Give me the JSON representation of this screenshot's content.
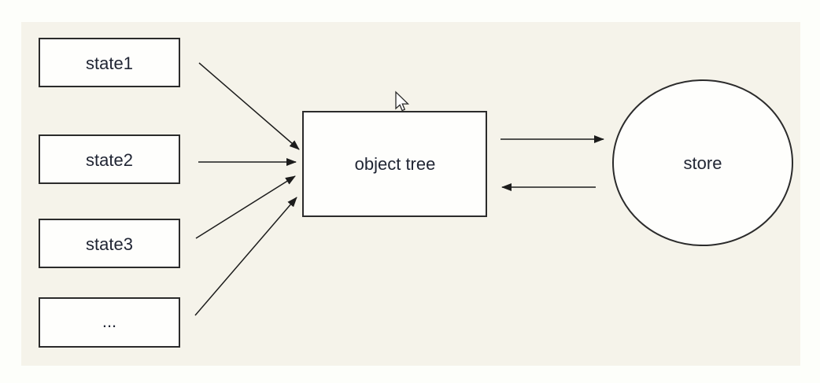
{
  "diagram": {
    "type": "flow-diagram",
    "nodes": {
      "state1": {
        "label": "state1",
        "shape": "rectangle"
      },
      "state2": {
        "label": "state2",
        "shape": "rectangle"
      },
      "state3": {
        "label": "state3",
        "shape": "rectangle"
      },
      "more": {
        "label": "...",
        "shape": "rectangle"
      },
      "object_tree": {
        "label": "object tree",
        "shape": "rectangle"
      },
      "store": {
        "label": "store",
        "shape": "circle"
      }
    },
    "edges": [
      {
        "from": "state1",
        "to": "object_tree",
        "directed": true
      },
      {
        "from": "state2",
        "to": "object_tree",
        "directed": true
      },
      {
        "from": "state3",
        "to": "object_tree",
        "directed": true
      },
      {
        "from": "more",
        "to": "object_tree",
        "directed": true
      },
      {
        "from": "object_tree",
        "to": "store",
        "directed": true
      },
      {
        "from": "store",
        "to": "object_tree",
        "directed": true
      }
    ],
    "colors": {
      "page_background": "#fdfefa",
      "canvas_background": "#f5f3ea",
      "node_fill": "#fefefc",
      "node_border": "#2b2b2b",
      "arrow": "#1c1c1c",
      "text": "#212634"
    },
    "cursor": {
      "visible": true,
      "type": "arrow-pointer"
    }
  }
}
